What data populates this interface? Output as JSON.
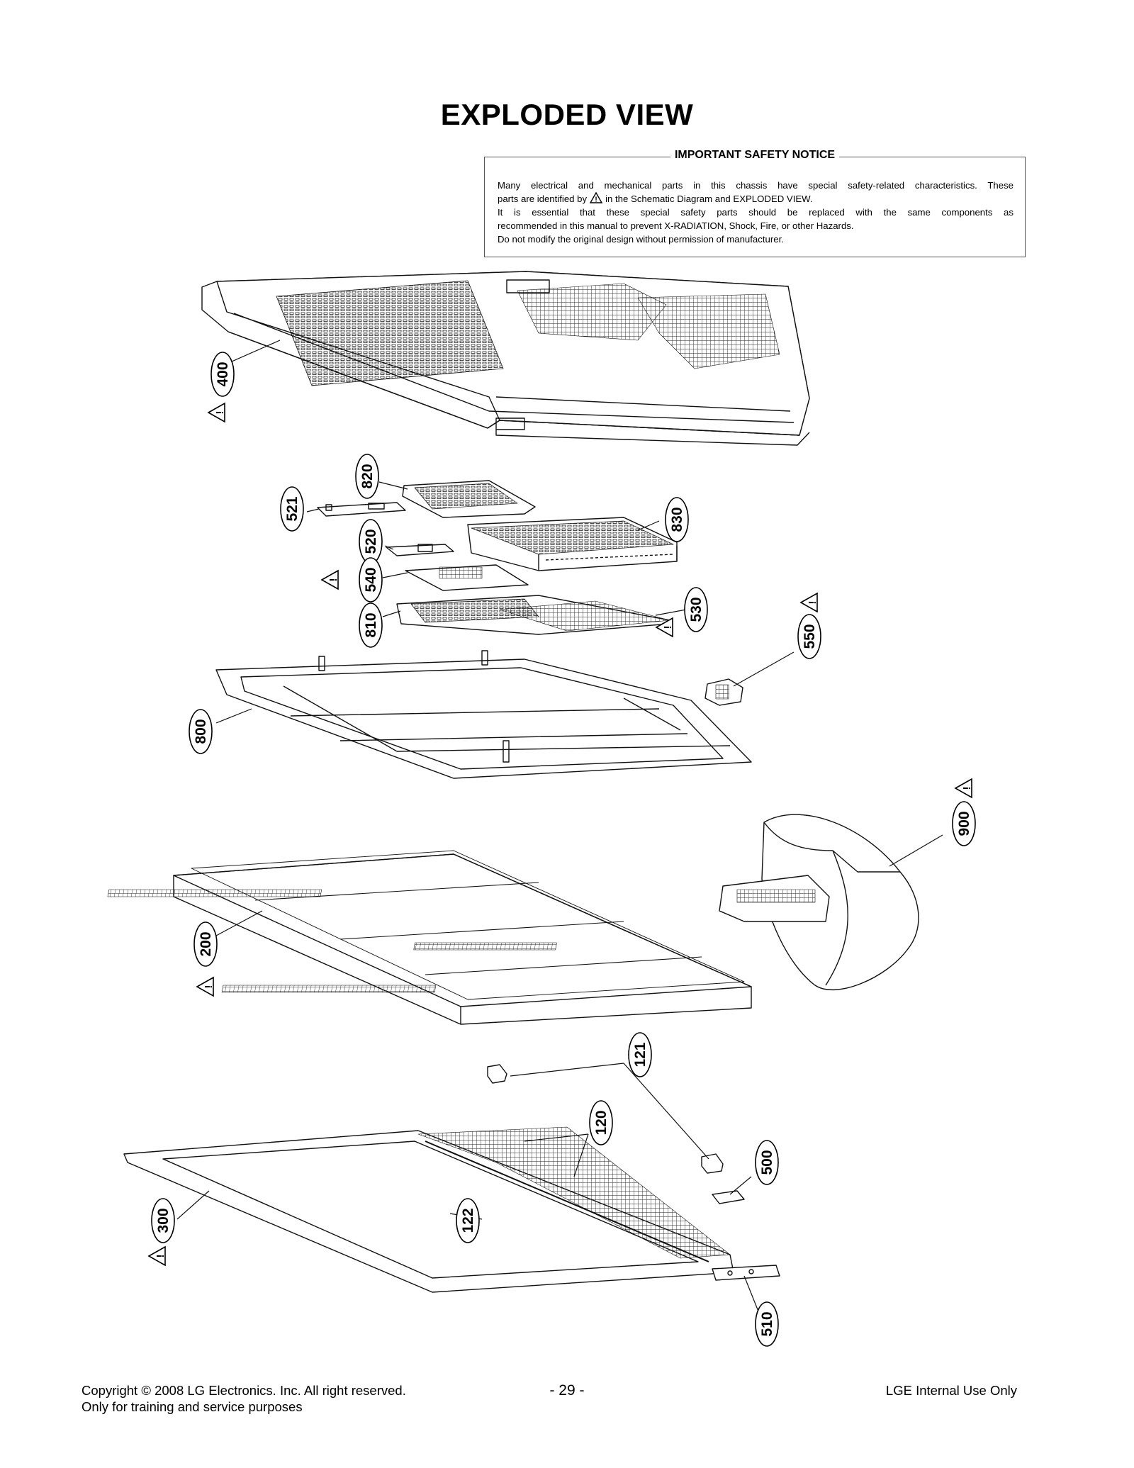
{
  "page": {
    "title": "EXPLODED VIEW"
  },
  "notice": {
    "title": "IMPORTANT SAFETY NOTICE",
    "line1": "Many electrical and mechanical parts in this chassis have special safety-related characteristics. These",
    "line2a": "parts are identified by",
    "line2b": "in the Schematic Diagram and EXPLODED VIEW.",
    "line3": "It is essential that these special safety parts should be replaced with the same components as",
    "line4": "recommended in this manual to prevent X-RADIATION, Shock, Fire, or other Hazards.",
    "line5": "Do not modify the original design without permission of manufacturer."
  },
  "parts": [
    {
      "number": "400",
      "safety": true
    },
    {
      "number": "820",
      "safety": false
    },
    {
      "number": "521",
      "safety": false
    },
    {
      "number": "520",
      "safety": false
    },
    {
      "number": "830",
      "safety": false
    },
    {
      "number": "540",
      "safety": true
    },
    {
      "number": "810",
      "safety": false
    },
    {
      "number": "530",
      "safety": true
    },
    {
      "number": "550",
      "safety": true
    },
    {
      "number": "800",
      "safety": false
    },
    {
      "number": "900",
      "safety": true
    },
    {
      "number": "200",
      "safety": true
    },
    {
      "number": "121",
      "safety": false
    },
    {
      "number": "120",
      "safety": false
    },
    {
      "number": "500",
      "safety": false
    },
    {
      "number": "122",
      "safety": false
    },
    {
      "number": "300",
      "safety": true
    },
    {
      "number": "510",
      "safety": false
    }
  ],
  "icons": {
    "safety": "warning-triangle-icon"
  },
  "footer": {
    "copyright_line1": "Copyright © 2008 LG Electronics. Inc. All right reserved.",
    "copyright_line2": "Only for training and service purposes",
    "page_number": "- 29 -",
    "internal": "LGE Internal Use Only"
  }
}
